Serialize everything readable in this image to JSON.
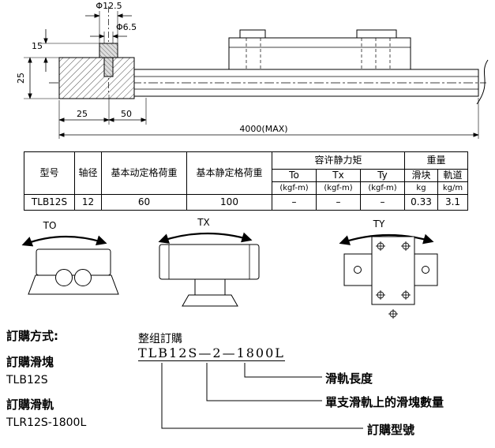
{
  "drawing": {
    "dims": {
      "bolt_head_dia": "Φ12.5",
      "bolt_shaft_dia": "Φ6.5",
      "protrusion_height": "15",
      "block_height": "25",
      "offset_width": "25",
      "pitch_width": "50",
      "total_length": "4000(MAX)"
    }
  },
  "spec_table": {
    "headers": {
      "model": "型号",
      "shaft_dia": "轴径",
      "dynamic_load": "基本动定格荷重",
      "static_load": "基本静定格荷重",
      "static_moment": "容许静力矩",
      "weight": "重量",
      "to": "To",
      "tx": "Tx",
      "ty": "Ty",
      "kgf_m": "(kgf-m)",
      "slider": "滑块",
      "rail": "軌道",
      "kg": "kg",
      "kg_per_m": "kg/m"
    },
    "rows": [
      {
        "model": "TLB12S",
        "shaft_dia": "12",
        "dynamic_load": "60",
        "static_load": "100",
        "to": "–",
        "tx": "–",
        "ty": "–",
        "slider_kg": "0.33",
        "rail_kg_per_m": "3.1"
      }
    ]
  },
  "moment_diagrams": {
    "to_label": "TO",
    "tx_label": "TX",
    "ty_label": "TY"
  },
  "ordering": {
    "section_title": "訂購方式:",
    "group_order_label": "整组訂購",
    "part_number": {
      "model": "TLB12S",
      "separator": "—",
      "block_count": "2",
      "rail_length": "1800L"
    },
    "order_slider_label": "訂購滑塊",
    "order_slider_value": "TLB12S",
    "order_rail_label": "訂購滑軌",
    "order_rail_value": "TLR12S-1800L",
    "callouts": {
      "rail_length": "滑軌長度",
      "block_count": "單支滑軌上的滑塊數量",
      "order_model": "訂購型號"
    }
  }
}
